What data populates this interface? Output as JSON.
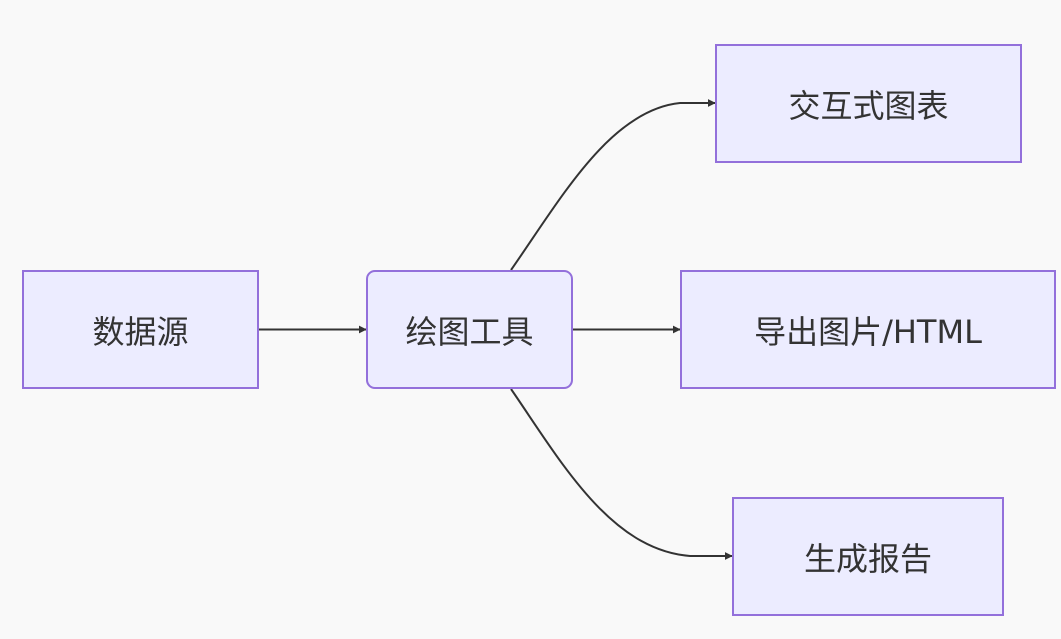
{
  "diagram": {
    "type": "flowchart",
    "direction": "LR",
    "colors": {
      "background": "#f9f9f9",
      "node_fill": "#ececff",
      "node_border": "#9370db",
      "edge": "#333333",
      "text": "#333333"
    },
    "nodes": {
      "source": {
        "label": "数据源"
      },
      "tool": {
        "label": "绘图工具"
      },
      "chart": {
        "label": "交互式图表"
      },
      "export": {
        "label": "导出图片/HTML"
      },
      "report": {
        "label": "生成报告"
      }
    },
    "edges": [
      {
        "from": "source",
        "to": "tool"
      },
      {
        "from": "tool",
        "to": "chart"
      },
      {
        "from": "tool",
        "to": "export"
      },
      {
        "from": "tool",
        "to": "report"
      }
    ]
  }
}
